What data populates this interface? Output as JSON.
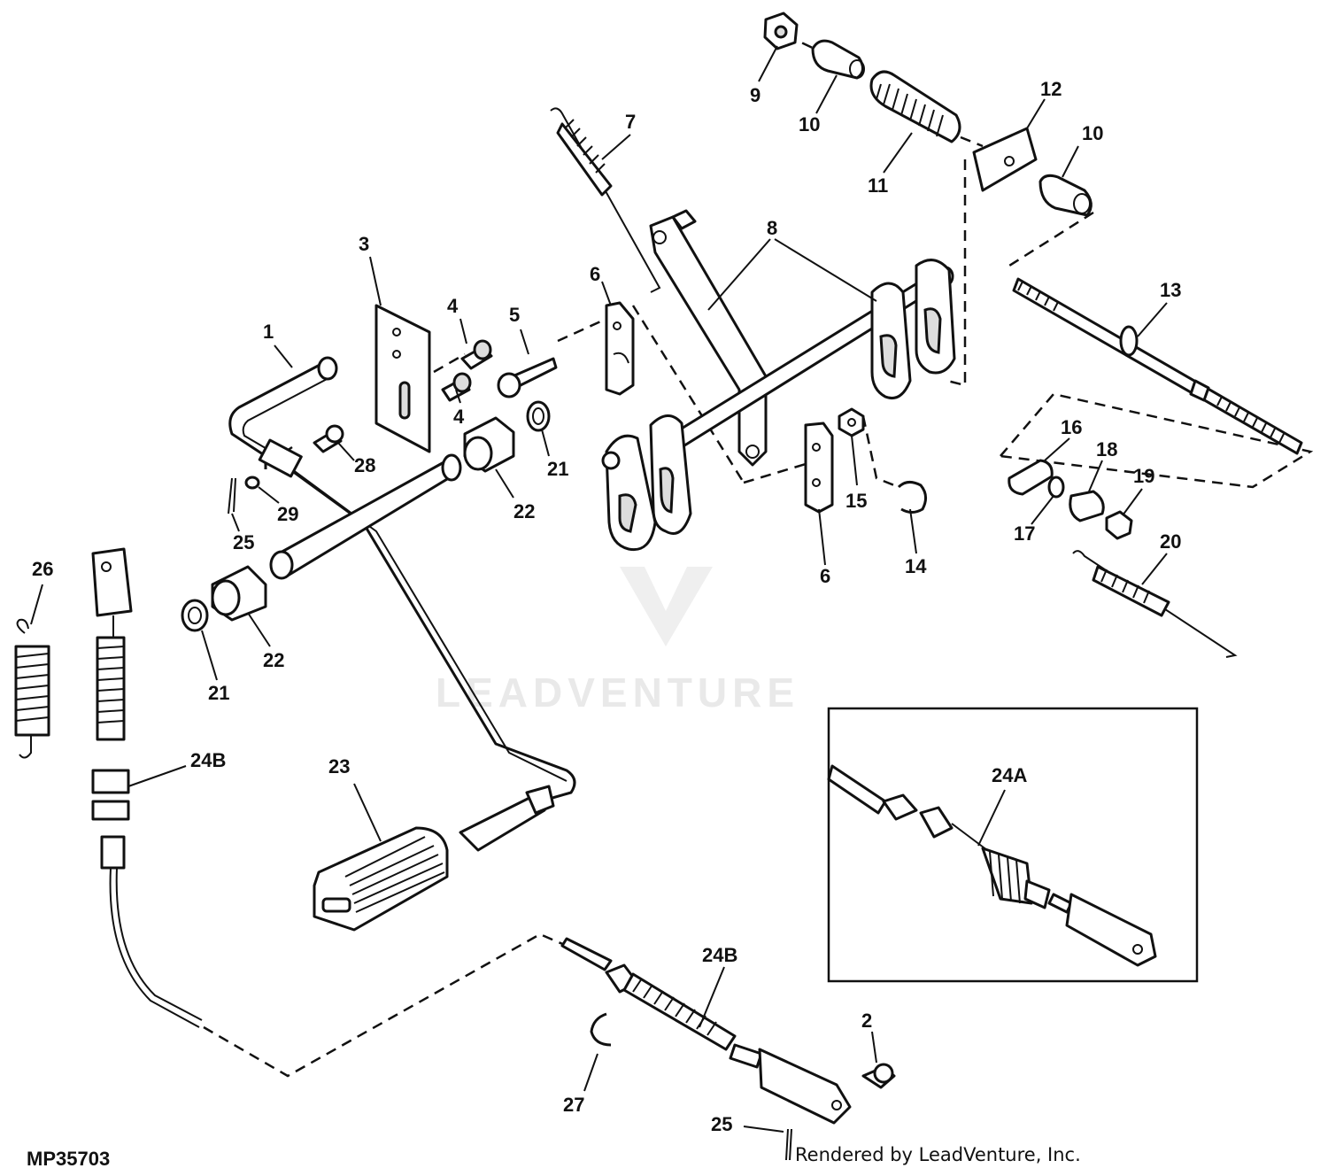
{
  "figure_code": "MP35703",
  "credit": "Rendered by LeadVenture, Inc.",
  "watermark": "LEADVENTURE",
  "callouts": {
    "c1": "1",
    "c2": "2",
    "c3": "3",
    "c4a": "4",
    "c4b": "4",
    "c5": "5",
    "c6a": "6",
    "c6b": "6",
    "c7": "7",
    "c8": "8",
    "c9": "9",
    "c10a": "10",
    "c10b": "10",
    "c11": "11",
    "c12": "12",
    "c13": "13",
    "c14": "14",
    "c15": "15",
    "c16": "16",
    "c17": "17",
    "c18": "18",
    "c19": "19",
    "c20": "20",
    "c21a": "21",
    "c21b": "21",
    "c22a": "22",
    "c22b": "22",
    "c23": "23",
    "c24a": "24A",
    "c24b1": "24B",
    "c24b2": "24B",
    "c25a": "25",
    "c25b": "25",
    "c26": "26",
    "c27": "27",
    "c28": "28",
    "c29": "29"
  },
  "colors": {
    "ink": "#111111",
    "paper": "#ffffff",
    "watermark": "#e9e9e9"
  }
}
